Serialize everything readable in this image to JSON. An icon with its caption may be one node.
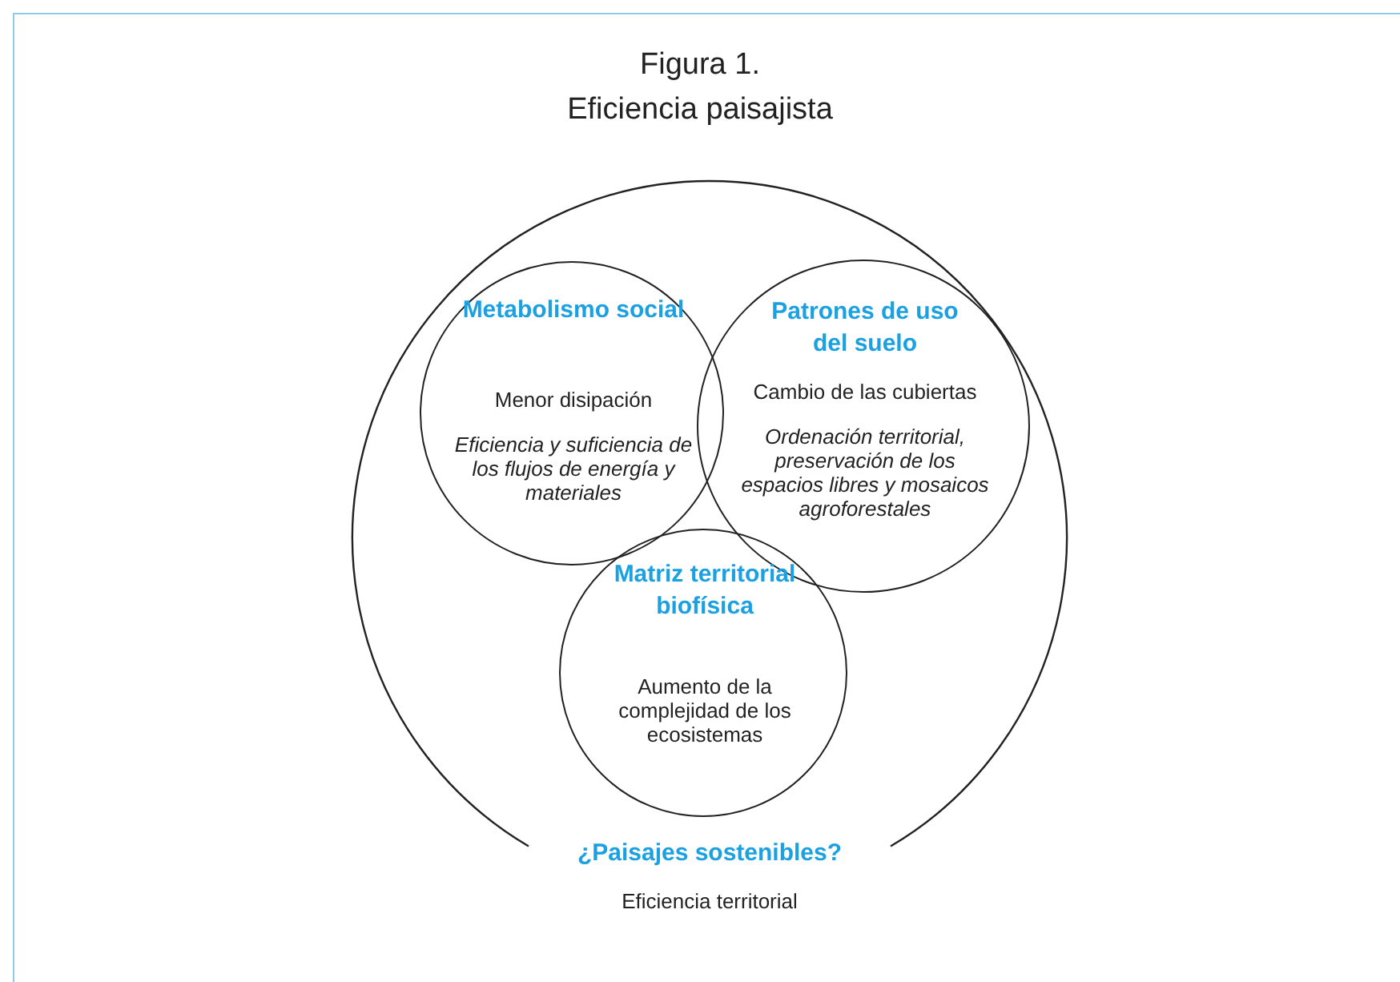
{
  "diagram": {
    "title": "Figura 1.",
    "nodes": [
      {
        "text": [
          "¿Paisajes sostenibles?",
          "Eficiencia territorial"
        ]
      },
      {
        "text": [
          "Metabolismo social",
          "Menor disipación",
          "Eficiencia y suficiencia de los flujos de energía y materiales"
        ],
        "in": 0
      },
      {
        "text": [
          "Patrones de uso del suelo",
          "Cambio de las cubiertas",
          "Ordenación territorial, preservación de los espacios libres y mosaicos agroforestales"
        ],
        "in": 0
      },
      {
        "text": [
          "Matriz territorial biofísica",
          "Aumento de la complejidad de los ecosistemas"
        ],
        "in": 0
      }
    ],
    "edges": [],
    "labels": [
      "Eficiencia paisajista"
    ]
  }
}
